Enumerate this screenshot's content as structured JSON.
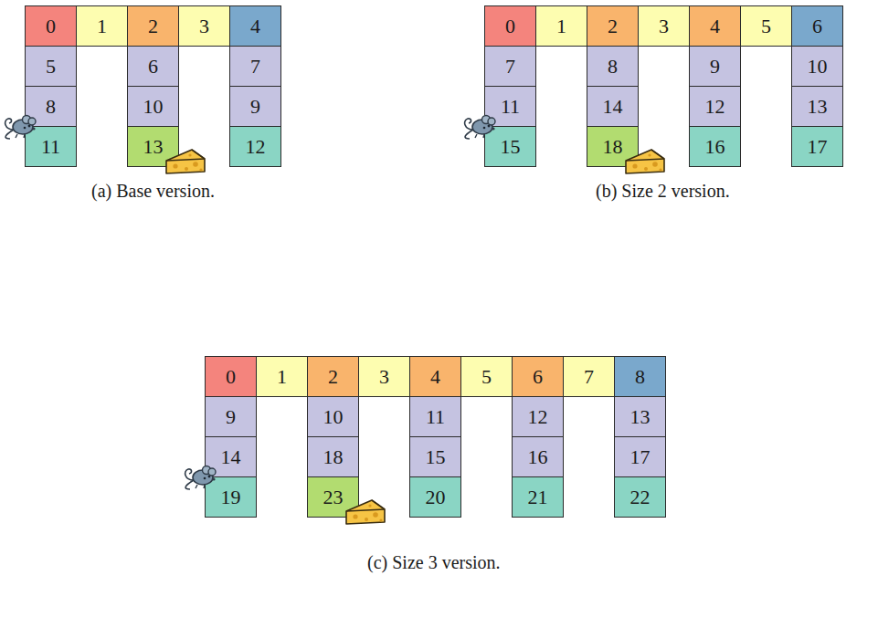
{
  "diagram": {
    "nodes": [
      {
        "text": [
          "0"
        ]
      },
      {
        "text": [
          "1"
        ]
      },
      {
        "text": [
          "2"
        ]
      },
      {
        "text": [
          "3"
        ]
      },
      {
        "text": [
          "4"
        ]
      },
      {
        "text": [
          "5"
        ]
      },
      {
        "text": [
          "6"
        ]
      },
      {
        "text": [
          "7"
        ]
      },
      {
        "text": [
          "8"
        ]
      },
      {
        "text": [
          "10"
        ]
      },
      {
        "text": [
          "9"
        ]
      },
      {
        "text": [
          "11"
        ]
      },
      {
        "text": [
          "13"
        ]
      },
      {
        "text": [
          "12"
        ]
      },
      {
        "text": [
          "0"
        ]
      },
      {
        "text": [
          "1"
        ]
      },
      {
        "text": [
          "2"
        ]
      },
      {
        "text": [
          "3"
        ]
      },
      {
        "text": [
          "4"
        ]
      },
      {
        "text": [
          "5"
        ]
      },
      {
        "text": [
          "6"
        ]
      },
      {
        "text": [
          "7"
        ]
      },
      {
        "text": [
          "8"
        ]
      },
      {
        "text": [
          "9"
        ]
      },
      {
        "text": [
          "10"
        ]
      },
      {
        "text": [
          "11"
        ]
      },
      {
        "text": [
          "14"
        ]
      },
      {
        "text": [
          "12"
        ]
      },
      {
        "text": [
          "13"
        ]
      },
      {
        "text": [
          "15"
        ]
      },
      {
        "text": [
          "18"
        ]
      },
      {
        "text": [
          "16"
        ]
      },
      {
        "text": [
          "17"
        ]
      },
      {
        "text": [
          "0"
        ]
      },
      {
        "text": [
          "1"
        ]
      },
      {
        "text": [
          "2"
        ]
      },
      {
        "text": [
          "3"
        ]
      },
      {
        "text": [
          "4"
        ]
      },
      {
        "text": [
          "5"
        ]
      },
      {
        "text": [
          "6"
        ]
      },
      {
        "text": [
          "7"
        ]
      },
      {
        "text": [
          "8"
        ]
      },
      {
        "text": [
          "9"
        ]
      },
      {
        "text": [
          "10"
        ]
      },
      {
        "text": [
          "11"
        ]
      },
      {
        "text": [
          "12"
        ]
      },
      {
        "text": [
          "13"
        ]
      },
      {
        "text": [
          "14"
        ]
      },
      {
        "text": [
          "18"
        ]
      },
      {
        "text": [
          "15"
        ]
      },
      {
        "text": [
          "16"
        ]
      },
      {
        "text": [
          "17"
        ]
      },
      {
        "text": [
          "19"
        ]
      },
      {
        "text": [
          "23"
        ]
      },
      {
        "text": [
          "20"
        ]
      },
      {
        "text": [
          "21"
        ]
      },
      {
        "text": [
          "22"
        ]
      }
    ],
    "labels": [
      "(a) Base version.",
      "(b) Size 2 version.",
      "(c) Size 3 version."
    ]
  }
}
